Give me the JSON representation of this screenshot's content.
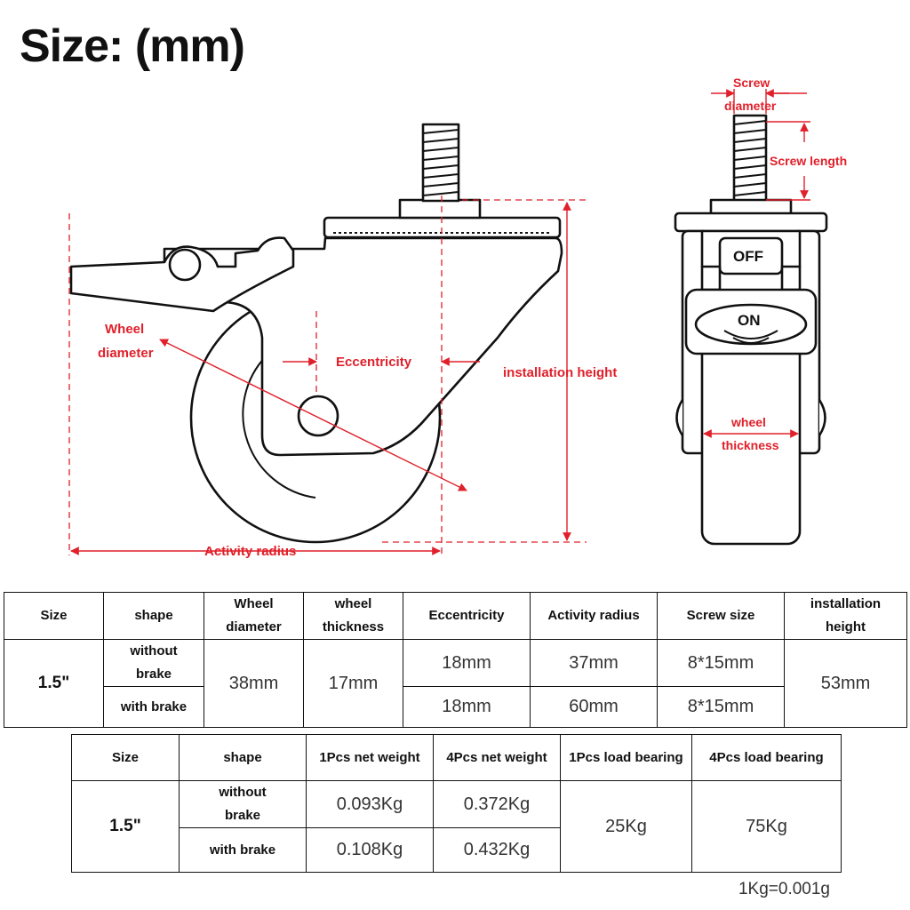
{
  "title": "Size: (mm)",
  "labels": {
    "wheel_diameter_1": "Wheel",
    "wheel_diameter_2": "diameter",
    "eccentricity": "Eccentricity",
    "installation_height": "installation height",
    "activity_radius": "Activity radius",
    "screw_diameter_1": "Screw",
    "screw_diameter_2": "diameter",
    "screw_length": "Screw length",
    "off": "OFF",
    "on": "ON",
    "wheel_thickness_1": "wheel",
    "wheel_thickness_2": "thickness"
  },
  "table1": {
    "headers": {
      "size": "Size",
      "shape": "shape",
      "wheel_diameter_1": "Wheel",
      "wheel_diameter_2": "diameter",
      "wheel_thickness_1": "wheel",
      "wheel_thickness_2": "thickness",
      "eccentricity": "Eccentricity",
      "activity_radius": "Activity radius",
      "screw_size": "Screw size",
      "installation_height_1": "installation",
      "installation_height_2": "height"
    },
    "size": "1.5\"",
    "shape_without_1": "without",
    "shape_without_2": "brake",
    "shape_with": "with brake",
    "wheel_diameter": "38mm",
    "wheel_thickness": "17mm",
    "rows": [
      {
        "eccentricity": "18mm",
        "activity_radius": "37mm",
        "screw_size": "8*15mm"
      },
      {
        "eccentricity": "18mm",
        "activity_radius": "60mm",
        "screw_size": "8*15mm"
      }
    ],
    "installation_height": "53mm"
  },
  "table2": {
    "headers": {
      "size": "Size",
      "shape": "shape",
      "net1": "1Pcs net weight",
      "net4": "4Pcs net weight",
      "load1": "1Pcs load bearing",
      "load4": "4Pcs load bearing"
    },
    "size": "1.5\"",
    "shape_without_1": "without",
    "shape_without_2": "brake",
    "shape_with": "with brake",
    "rows": [
      {
        "net1": "0.093Kg",
        "net4": "0.372Kg"
      },
      {
        "net1": "0.108Kg",
        "net4": "0.432Kg"
      }
    ],
    "load1": "25Kg",
    "load4": "75Kg"
  },
  "note": "1Kg=0.001g",
  "colors": {
    "dimension": "#e0202a",
    "outline": "#111111"
  }
}
